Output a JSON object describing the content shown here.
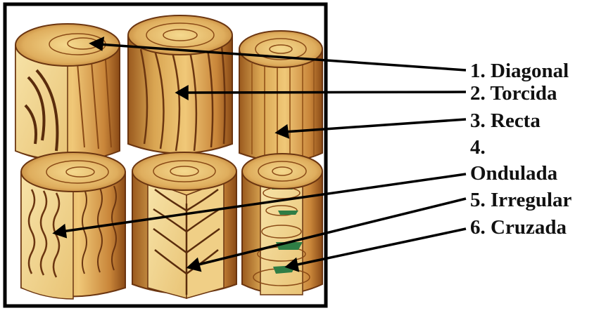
{
  "labels": [
    "1. Diagonal",
    "2. Torcida",
    "3. Recta",
    "4.",
    "Ondulada",
    "5. Irregular",
    "6. Cruzada"
  ],
  "colors": {
    "frame": "#000000",
    "wood_light": "#f3d48f",
    "wood_mid": "#d59d48",
    "wood_dark": "#8a4a16",
    "bark": "#6b3510",
    "knot_green": "#2f7d45",
    "arrow": "#000000"
  },
  "logs": [
    {
      "name": "log-diagonal",
      "grain": "diagonal"
    },
    {
      "name": "log-torcida",
      "grain": "twisted"
    },
    {
      "name": "log-recta",
      "grain": "straight"
    },
    {
      "name": "log-ondulada",
      "grain": "wavy"
    },
    {
      "name": "log-irregular",
      "grain": "herringbone"
    },
    {
      "name": "log-cruzada",
      "grain": "rings-green"
    }
  ]
}
